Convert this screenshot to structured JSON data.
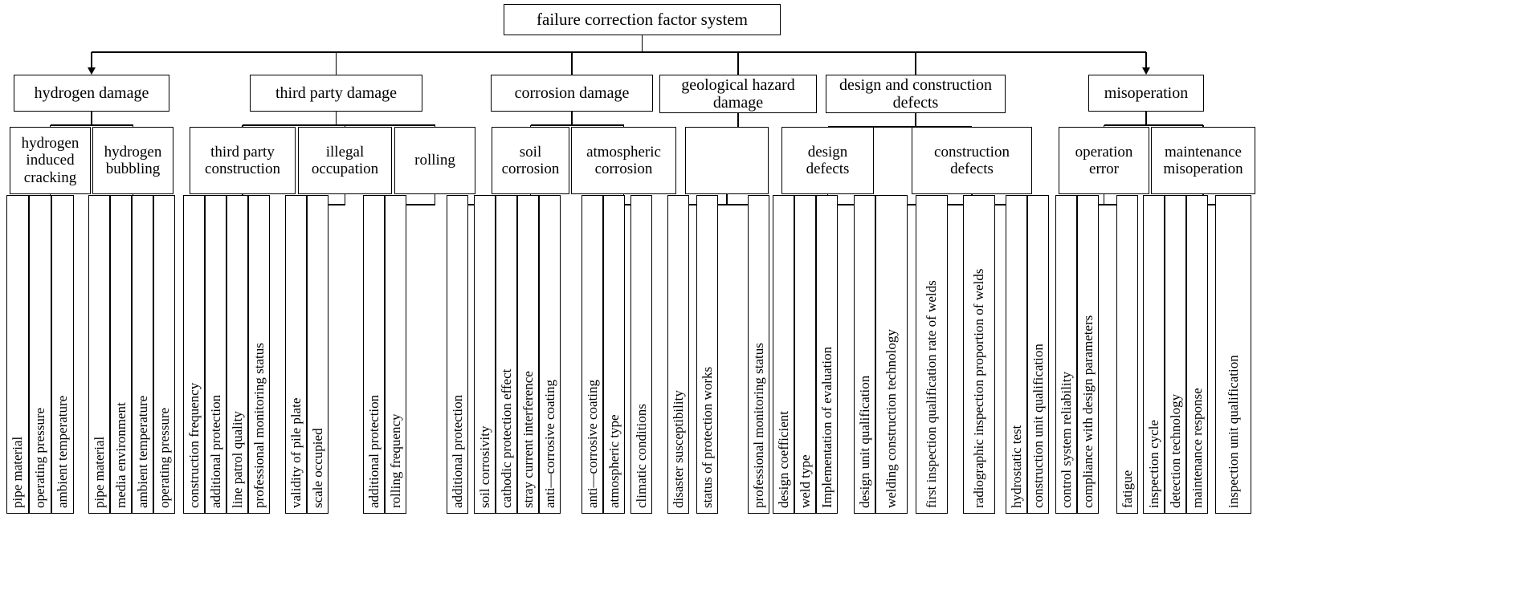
{
  "diagram": {
    "title": "failure correction factor system",
    "type": "hierarchical tree / fault factor breakdown",
    "levels": 4,
    "orientation": "top-down"
  },
  "root": {
    "label": "failure correction factor system"
  },
  "branches": [
    {
      "id": "hydrogen-damage",
      "label": "hydrogen damage",
      "children": [
        {
          "id": "hydrogen-induced-cracking",
          "label": "hydrogen induced cracking",
          "leaves": [
            {
              "label": "pipe material"
            },
            {
              "label": "operating pressure"
            },
            {
              "label": "ambient temperature"
            }
          ]
        },
        {
          "id": "hydrogen-bubbling",
          "label": "hydrogen bubbling",
          "leaves": [
            {
              "label": "pipe material"
            },
            {
              "label": "media environment"
            },
            {
              "label": "ambient temperature"
            },
            {
              "label": "operating pressure"
            }
          ]
        }
      ]
    },
    {
      "id": "third-party-damage",
      "label": "third party damage",
      "children": [
        {
          "id": "third-party-construction",
          "label": "third party construction",
          "leaves": [
            {
              "label": "construction frequency"
            },
            {
              "label": "additional protection"
            },
            {
              "label": "line patrol quality"
            },
            {
              "label": "professional monitoring status"
            }
          ]
        },
        {
          "id": "illegal-occupation",
          "label": "illegal occupation",
          "leaves": [
            {
              "label": "validity of pile plate"
            },
            {
              "label": "scale occupied"
            }
          ]
        },
        {
          "id": "rolling",
          "label": "rolling",
          "leaves": [
            {
              "label": "additional protection"
            },
            {
              "label": "rolling frequency"
            }
          ]
        }
      ]
    },
    {
      "id": "corrosion-damage",
      "label": "corrosion damage",
      "children": [
        {
          "id": "soil-corrosion",
          "label": "soil corrosion",
          "leaves": [
            {
              "label": "additional protection"
            },
            {
              "label": "soil corrosivity"
            },
            {
              "label": "cathodic protection effect"
            },
            {
              "label": "stray current interference"
            },
            {
              "label": "anti—corrosive coating"
            }
          ]
        },
        {
          "id": "atmospheric-corrosion",
          "label": "atmospheric corrosion",
          "leaves": [
            {
              "label": "anti—corrosive coating"
            },
            {
              "label": "atmospheric type"
            },
            {
              "label": "climatic conditions"
            }
          ]
        }
      ]
    },
    {
      "id": "geological-hazard-damage",
      "label": "geological hazard damage",
      "children": [
        {
          "id": "geological-hazard-unnamed",
          "label": "",
          "leaves": [
            {
              "label": "disaster susceptibility"
            },
            {
              "label": "status of protection works"
            },
            {
              "label": "professional monitoring status"
            }
          ]
        }
      ]
    },
    {
      "id": "design-and-construction-defects",
      "label": "design and construction defects",
      "children": [
        {
          "id": "design-defects",
          "label": "design defects",
          "leaves": [
            {
              "label": "design coefficient"
            },
            {
              "label": "weld type"
            },
            {
              "label": "Implementation of evaluation"
            },
            {
              "label": "design unit qualification"
            }
          ]
        },
        {
          "id": "construction-defects",
          "label": "construction defects",
          "leaves": [
            {
              "label": "welding construction technology",
              "lines": 2
            },
            {
              "label": "first inspection qualification rate of welds",
              "lines": 2
            },
            {
              "label": "radiographic inspection proportion of welds",
              "lines": 2
            },
            {
              "label": "hydrostatic test"
            },
            {
              "label": "construction unit qualification"
            }
          ]
        }
      ]
    },
    {
      "id": "misoperation",
      "label": "misoperation",
      "children": [
        {
          "id": "operation-error",
          "label": "operation error",
          "leaves": [
            {
              "label": "control system reliability"
            },
            {
              "label": "compliance with design parameters"
            },
            {
              "label": "fatigue"
            }
          ]
        },
        {
          "id": "maintenance-misoperation",
          "label": "maintenance misoperation",
          "leaves": [
            {
              "label": "inspection cycle"
            },
            {
              "label": "detection technology"
            },
            {
              "label": "maintenance response"
            },
            {
              "label": "inspection unit qualification"
            }
          ]
        }
      ]
    }
  ],
  "style": {
    "line_color": "#000000",
    "box_fill": "#ffffff",
    "box_border": "#000000"
  }
}
